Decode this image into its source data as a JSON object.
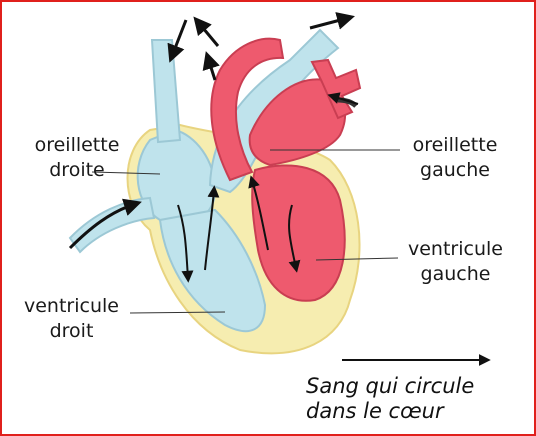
{
  "labels": {
    "left_atrium": {
      "line1": "oreillette",
      "line2": "gauche"
    },
    "right_atrium": {
      "line1": "oreillette",
      "line2": "droite"
    },
    "left_ventricle": {
      "line1": "ventricule",
      "line2": "gauche"
    },
    "right_ventricle": {
      "line1": "ventricule",
      "line2": "droit"
    }
  },
  "legend": {
    "line1": "Sang qui circule",
    "line2": "dans le cœur"
  },
  "colors": {
    "frame": "#e0201c",
    "oxygen_poor_blood": "#bfe3ec",
    "oxygen_rich_blood": "#ee5a6e",
    "heart_wall": "#f6edb0",
    "arrows": "#111111"
  }
}
